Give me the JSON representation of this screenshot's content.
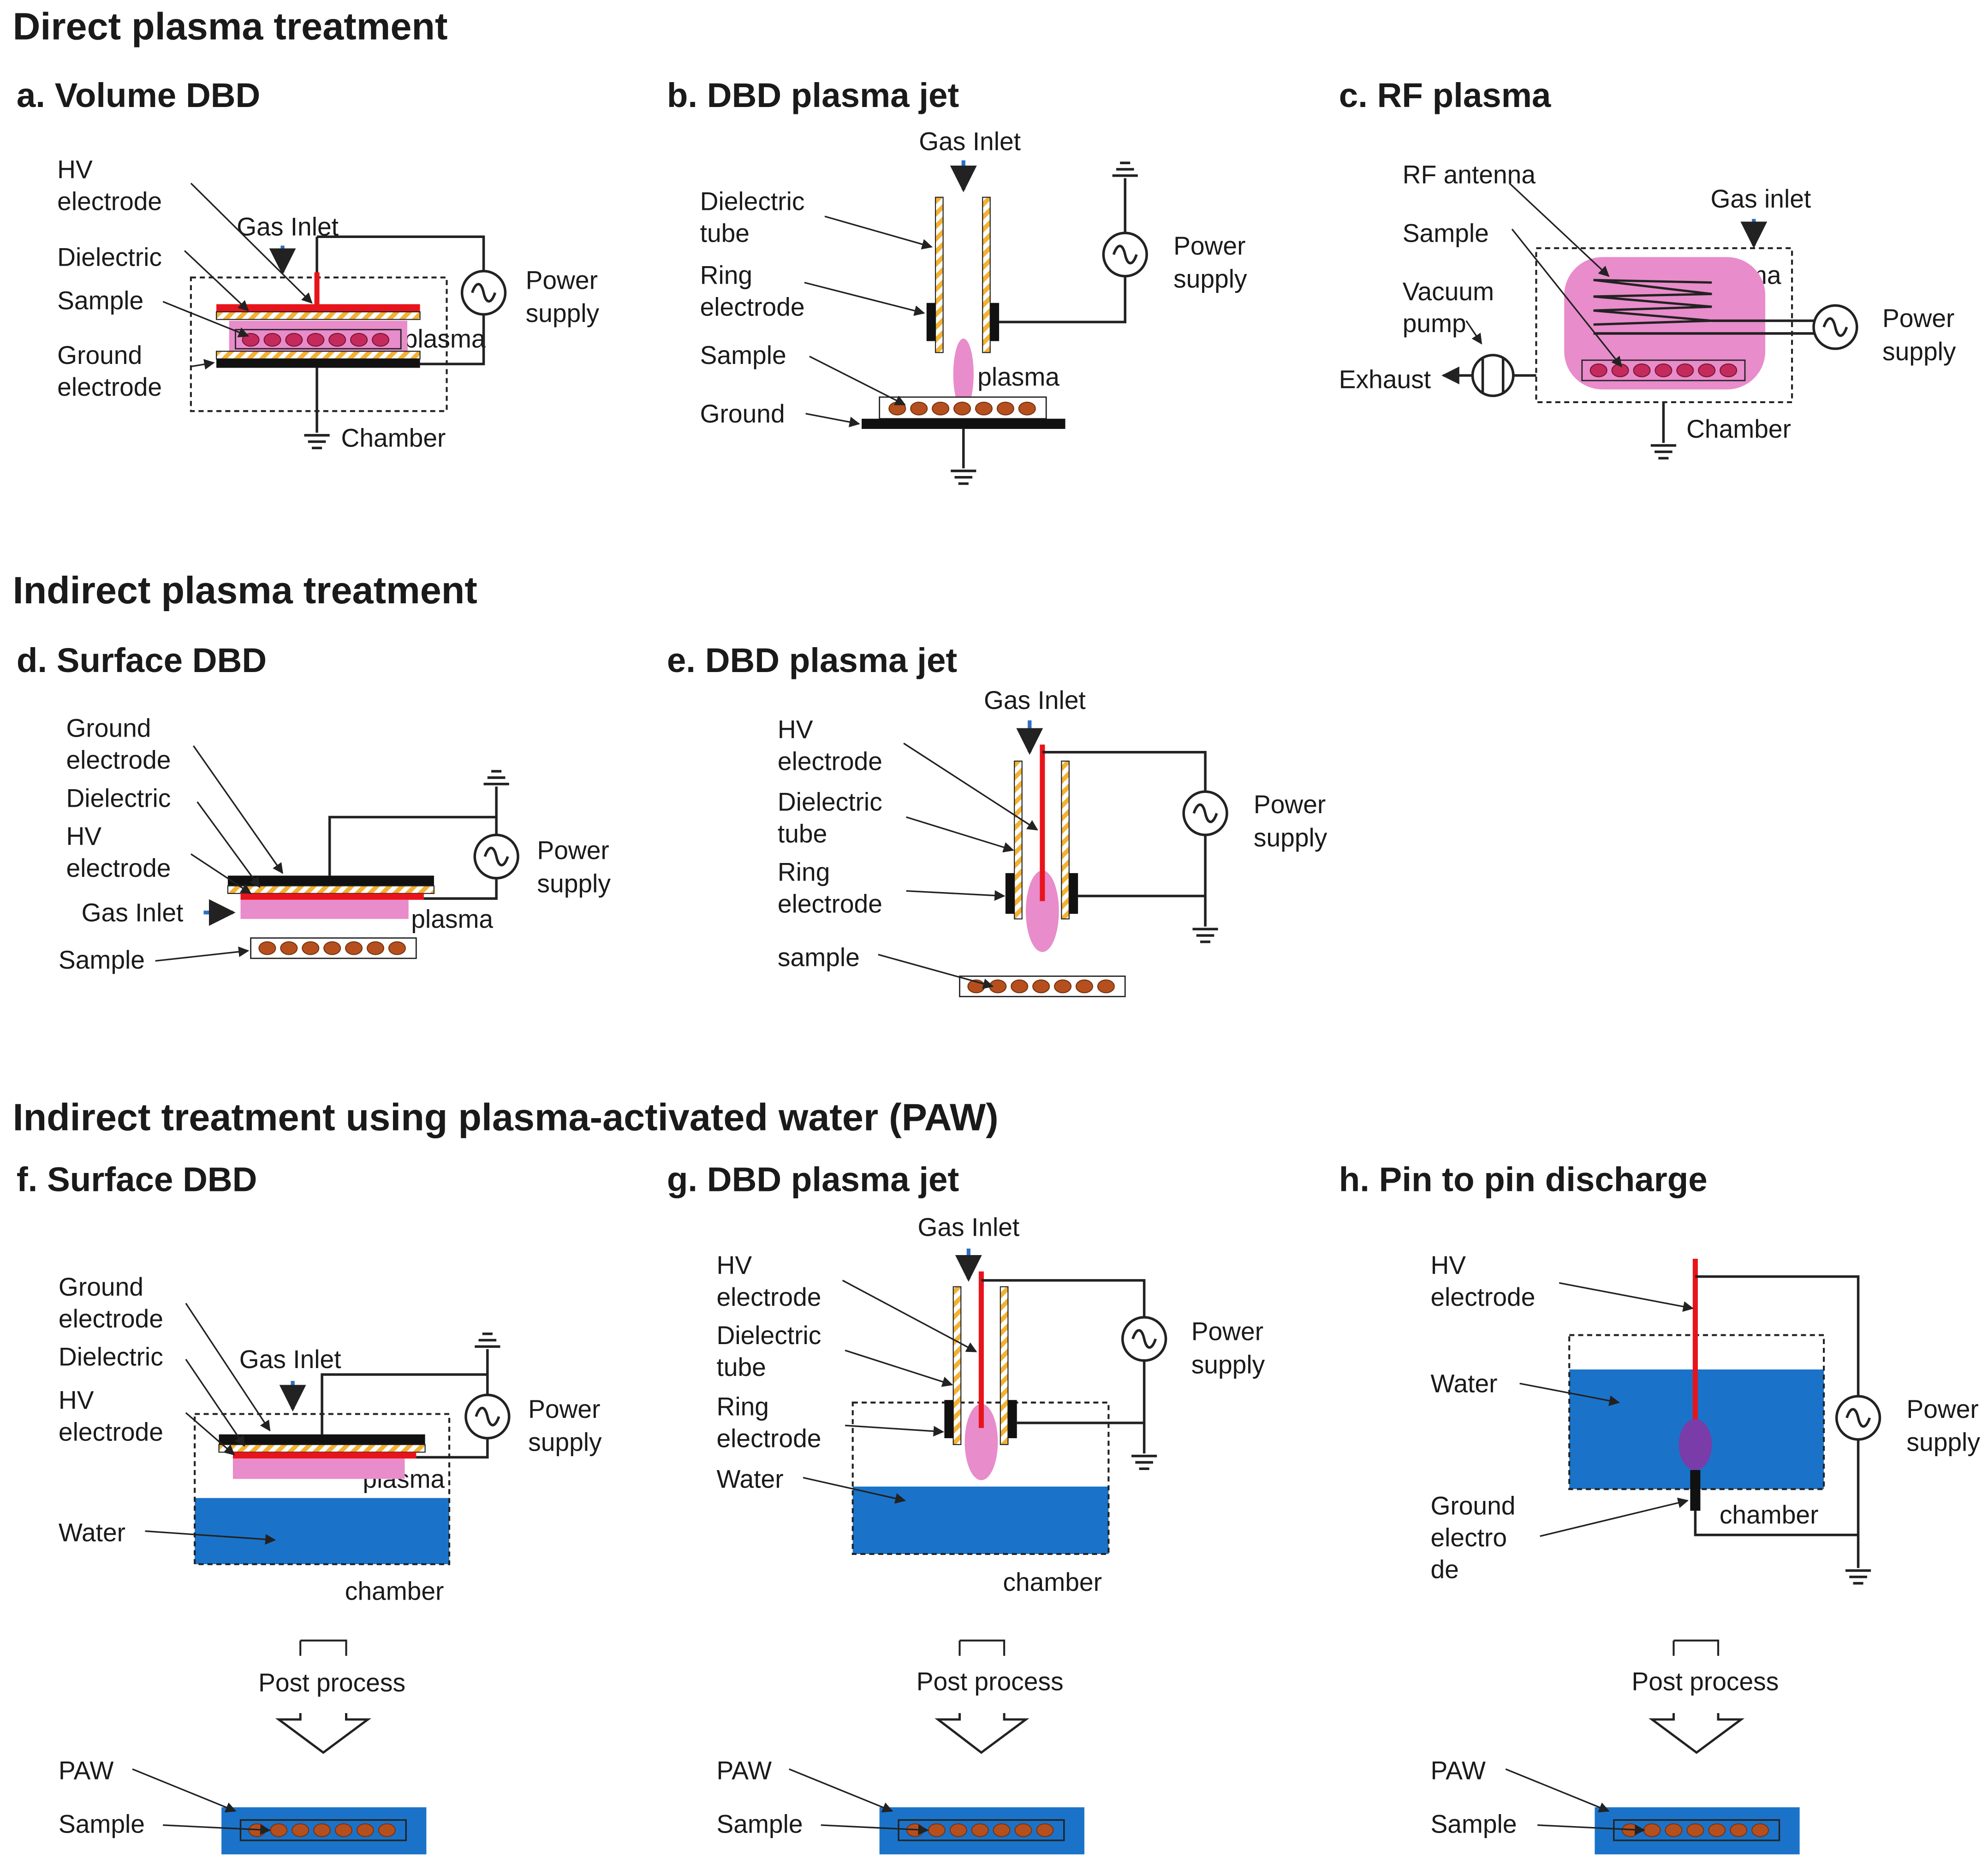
{
  "colors": {
    "hv_electrode": "#e8141c",
    "plasma": "#e88ccb",
    "water": "#1a73c9",
    "sample_seed": "#b5501e",
    "dielectric_stripe": "#f2b233",
    "gas_arrow": "#2f6fc2",
    "pin_discharge": "#7a3ca8"
  },
  "sections": {
    "direct": "Direct plasma treatment",
    "indirect": "Indirect plasma treatment",
    "paw": "Indirect treatment using plasma-activated water (PAW)"
  },
  "panels": {
    "a": {
      "title": "a. Volume DBD",
      "hv_1": "HV",
      "hv_2": "electrode",
      "gas_inlet": "Gas Inlet",
      "dielectric": "Dielectric",
      "sample": "Sample",
      "ground_1": "Ground",
      "ground_2": "electrode",
      "plasma": "plasma",
      "power_1": "Power",
      "power_2": "supply",
      "chamber": "Chamber"
    },
    "b": {
      "title": "b. DBD plasma jet",
      "gas_inlet": "Gas Inlet",
      "dielectric_1": "Dielectric",
      "dielectric_2": "tube",
      "ring_1": "Ring",
      "ring_2": "electrode",
      "sample": "Sample",
      "ground": "Ground",
      "plasma": "plasma",
      "power_1": "Power",
      "power_2": "supply"
    },
    "c": {
      "title": "c. RF plasma",
      "rf_antenna": "RF antenna",
      "gas_inlet": "Gas inlet",
      "sample": "Sample",
      "vacuum_1": "Vacuum",
      "vacuum_2": "pump",
      "exhaust": "Exhaust",
      "plasma": "plasma",
      "power_1": "Power",
      "power_2": "supply",
      "chamber": "Chamber"
    },
    "d": {
      "title": "d. Surface DBD",
      "ground_1": "Ground",
      "ground_2": "electrode",
      "dielectric": "Dielectric",
      "hv_1": "HV",
      "hv_2": "electrode",
      "gas_inlet": "Gas Inlet",
      "sample": "Sample",
      "plasma": "plasma",
      "power_1": "Power",
      "power_2": "supply"
    },
    "e": {
      "title": "e. DBD plasma jet",
      "gas_inlet": "Gas Inlet",
      "hv_1": "HV",
      "hv_2": "electrode",
      "dielectric_1": "Dielectric",
      "dielectric_2": "tube",
      "ring_1": "Ring",
      "ring_2": "electrode",
      "sample": "sample",
      "power_1": "Power",
      "power_2": "supply"
    },
    "f": {
      "title": "f. Surface DBD",
      "ground_1": "Ground",
      "ground_2": "electrode",
      "dielectric": "Dielectric",
      "hv_1": "HV",
      "hv_2": "electrode",
      "gas_inlet": "Gas Inlet",
      "water": "Water",
      "plasma": "plasma",
      "chamber": "chamber",
      "power_1": "Power",
      "power_2": "supply",
      "post_process": "Post process",
      "paw": "PAW",
      "sample": "Sample"
    },
    "g": {
      "title": "g. DBD plasma jet",
      "gas_inlet": "Gas Inlet",
      "hv_1": "HV",
      "hv_2": "electrode",
      "dielectric_1": "Dielectric",
      "dielectric_2": "tube",
      "ring_1": "Ring",
      "ring_2": "electrode",
      "water": "Water",
      "chamber": "chamber",
      "power_1": "Power",
      "power_2": "supply",
      "post_process": "Post process",
      "paw": "PAW",
      "sample": "Sample"
    },
    "h": {
      "title": "h. Pin to pin discharge",
      "hv_1": "HV",
      "hv_2": "electrode",
      "water": "Water",
      "ground_1": "Ground",
      "ground_2": "electro",
      "ground_3": "de",
      "chamber": "chamber",
      "power_1": "Power",
      "power_2": "supply",
      "post_process": "Post process",
      "paw": "PAW",
      "sample": "Sample"
    }
  }
}
